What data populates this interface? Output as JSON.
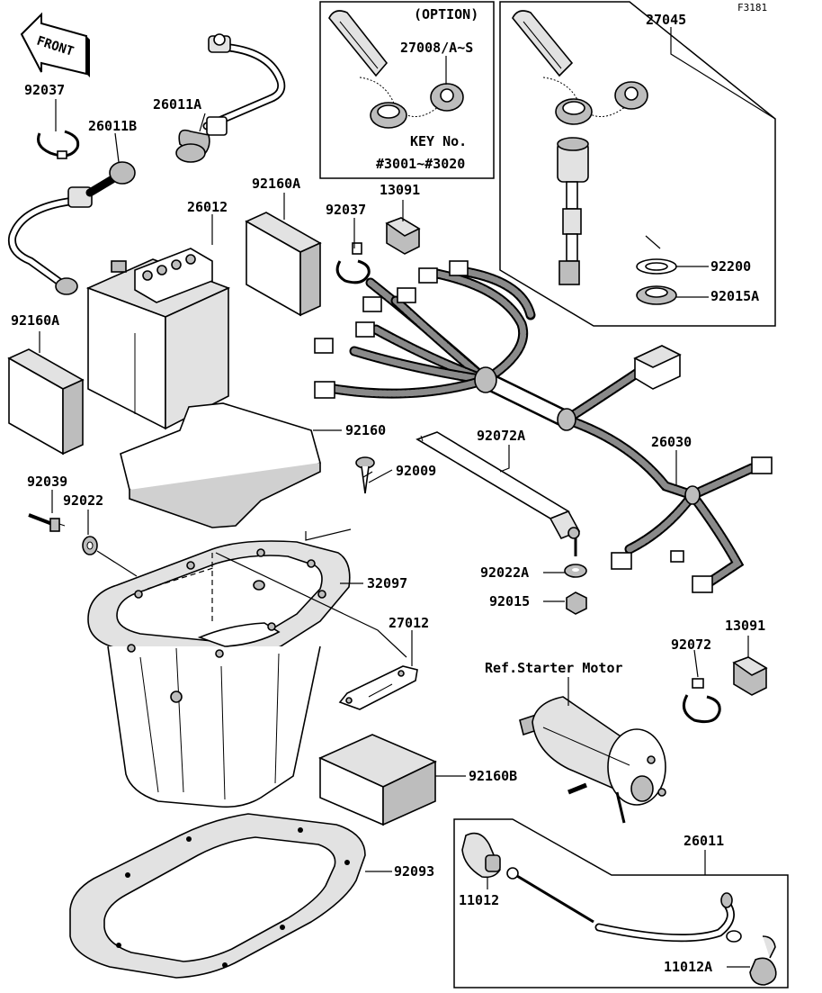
{
  "figure": {
    "code": "F3181",
    "front_badge": "FRONT",
    "option_label": "(OPTION)",
    "key_no_title": "KEY No.",
    "key_no_range": "#3001~#3020"
  },
  "callouts": [
    {
      "id": "92037-a",
      "text": "92037"
    },
    {
      "id": "26011B",
      "text": "26011B"
    },
    {
      "id": "26011A",
      "text": "26011A"
    },
    {
      "id": "26012",
      "text": "26012"
    },
    {
      "id": "92160A-a",
      "text": "92160A"
    },
    {
      "id": "92037-b",
      "text": "92037"
    },
    {
      "id": "13091-a",
      "text": "13091"
    },
    {
      "id": "27008",
      "text": "27008/A~S"
    },
    {
      "id": "27045",
      "text": "27045"
    },
    {
      "id": "92200",
      "text": "92200"
    },
    {
      "id": "92015A",
      "text": "92015A"
    },
    {
      "id": "92160A-b",
      "text": "92160A"
    },
    {
      "id": "92160",
      "text": "92160"
    },
    {
      "id": "92072A",
      "text": "92072A"
    },
    {
      "id": "26030",
      "text": "26030"
    },
    {
      "id": "92039",
      "text": "92039"
    },
    {
      "id": "92022",
      "text": "92022"
    },
    {
      "id": "92009",
      "text": "92009"
    },
    {
      "id": "92022A",
      "text": "92022A"
    },
    {
      "id": "32097",
      "text": "32097"
    },
    {
      "id": "92015",
      "text": "92015"
    },
    {
      "id": "27012",
      "text": "27012"
    },
    {
      "id": "13091-b",
      "text": "13091"
    },
    {
      "id": "92072",
      "text": "92072"
    },
    {
      "id": "ref-starter",
      "text": "Ref.Starter Motor"
    },
    {
      "id": "92160B",
      "text": "92160B"
    },
    {
      "id": "26011",
      "text": "26011"
    },
    {
      "id": "92093",
      "text": "92093"
    },
    {
      "id": "11012",
      "text": "11012"
    },
    {
      "id": "11012A",
      "text": "11012A"
    }
  ]
}
